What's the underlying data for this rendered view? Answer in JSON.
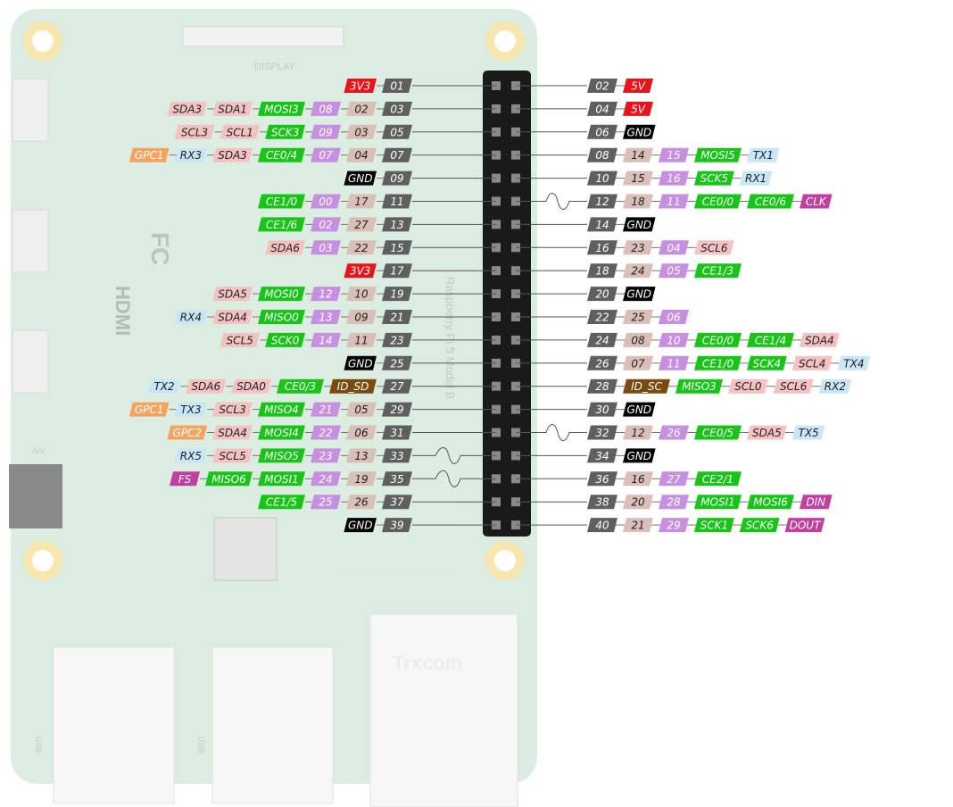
{
  "board": {
    "display_label": "DISPLAY",
    "hdmi_label": "HDMI",
    "model_label": "Raspberry Pi 5 Model B",
    "av_label": "A/V",
    "usb_label_left": "USB",
    "usb_label_right": "USB",
    "jack_label": "Trxcom",
    "fcc_label": "FC"
  },
  "colors": {
    "power3v3": "#e8141c",
    "power5v": "#e8141c",
    "ground": "#000000",
    "pin": "#5f5f5f",
    "gpio_bcm": "#d9bfb8",
    "wpi": "#c78fdf",
    "spi": "#18c418",
    "i2c": "#f4c2c2",
    "uart": "#c8e6f5",
    "gpclk": "#f4a460",
    "pcm": "#c040a0",
    "id": "#7a4a10",
    "board_bg": "#d8eadf"
  },
  "left_pins": [
    {
      "row": 1,
      "labels": [
        {
          "text": "3V3",
          "cls": "power3v3"
        },
        {
          "text": "01",
          "cls": "pin"
        }
      ]
    },
    {
      "row": 2,
      "labels": [
        {
          "text": "SDA3",
          "cls": "i2c"
        },
        {
          "text": "SDA1",
          "cls": "i2c"
        },
        {
          "text": "MOSI3",
          "cls": "spi"
        },
        {
          "text": "08",
          "cls": "wpi"
        },
        {
          "text": "02",
          "cls": "gpio_bcm"
        },
        {
          "text": "03",
          "cls": "pin"
        }
      ]
    },
    {
      "row": 3,
      "labels": [
        {
          "text": "SCL3",
          "cls": "i2c"
        },
        {
          "text": "SCL1",
          "cls": "i2c"
        },
        {
          "text": "SCK3",
          "cls": "spi"
        },
        {
          "text": "09",
          "cls": "wpi"
        },
        {
          "text": "03",
          "cls": "gpio_bcm"
        },
        {
          "text": "05",
          "cls": "pin"
        }
      ]
    },
    {
      "row": 4,
      "labels": [
        {
          "text": "GPC1",
          "cls": "gpclk"
        },
        {
          "text": "RX3",
          "cls": "uart"
        },
        {
          "text": "SDA3",
          "cls": "i2c"
        },
        {
          "text": "CE0/4",
          "cls": "spi"
        },
        {
          "text": "07",
          "cls": "wpi"
        },
        {
          "text": "04",
          "cls": "gpio_bcm"
        },
        {
          "text": "07",
          "cls": "pin"
        }
      ]
    },
    {
      "row": 5,
      "labels": [
        {
          "text": "GND",
          "cls": "ground"
        },
        {
          "text": "09",
          "cls": "pin"
        }
      ]
    },
    {
      "row": 6,
      "labels": [
        {
          "text": "CE1/0",
          "cls": "spi"
        },
        {
          "text": "00",
          "cls": "wpi"
        },
        {
          "text": "17",
          "cls": "gpio_bcm"
        },
        {
          "text": "11",
          "cls": "pin"
        }
      ]
    },
    {
      "row": 7,
      "labels": [
        {
          "text": "CE1/6",
          "cls": "spi"
        },
        {
          "text": "02",
          "cls": "wpi"
        },
        {
          "text": "27",
          "cls": "gpio_bcm"
        },
        {
          "text": "13",
          "cls": "pin"
        }
      ]
    },
    {
      "row": 8,
      "labels": [
        {
          "text": "SDA6",
          "cls": "i2c"
        },
        {
          "text": "03",
          "cls": "wpi"
        },
        {
          "text": "22",
          "cls": "gpio_bcm"
        },
        {
          "text": "15",
          "cls": "pin"
        }
      ]
    },
    {
      "row": 9,
      "labels": [
        {
          "text": "3V3",
          "cls": "power3v3"
        },
        {
          "text": "17",
          "cls": "pin"
        }
      ]
    },
    {
      "row": 10,
      "labels": [
        {
          "text": "SDA5",
          "cls": "i2c"
        },
        {
          "text": "MOSI0",
          "cls": "spi"
        },
        {
          "text": "12",
          "cls": "wpi"
        },
        {
          "text": "10",
          "cls": "gpio_bcm"
        },
        {
          "text": "19",
          "cls": "pin"
        }
      ]
    },
    {
      "row": 11,
      "labels": [
        {
          "text": "RX4",
          "cls": "uart"
        },
        {
          "text": "SDA4",
          "cls": "i2c"
        },
        {
          "text": "MISO0",
          "cls": "spi"
        },
        {
          "text": "13",
          "cls": "wpi"
        },
        {
          "text": "09",
          "cls": "gpio_bcm"
        },
        {
          "text": "21",
          "cls": "pin"
        }
      ]
    },
    {
      "row": 12,
      "labels": [
        {
          "text": "SCL5",
          "cls": "i2c"
        },
        {
          "text": "SCK0",
          "cls": "spi"
        },
        {
          "text": "14",
          "cls": "wpi"
        },
        {
          "text": "11",
          "cls": "gpio_bcm"
        },
        {
          "text": "23",
          "cls": "pin"
        }
      ]
    },
    {
      "row": 13,
      "labels": [
        {
          "text": "GND",
          "cls": "ground"
        },
        {
          "text": "25",
          "cls": "pin"
        }
      ]
    },
    {
      "row": 14,
      "labels": [
        {
          "text": "TX2",
          "cls": "uart"
        },
        {
          "text": "SDA6",
          "cls": "i2c"
        },
        {
          "text": "SDA0",
          "cls": "i2c"
        },
        {
          "text": "CE0/3",
          "cls": "spi"
        },
        {
          "text": "ID_SD",
          "cls": "id"
        },
        {
          "text": "27",
          "cls": "pin"
        }
      ]
    },
    {
      "row": 15,
      "labels": [
        {
          "text": "GPC1",
          "cls": "gpclk"
        },
        {
          "text": "TX3",
          "cls": "uart"
        },
        {
          "text": "SCL3",
          "cls": "i2c"
        },
        {
          "text": "MISO4",
          "cls": "spi"
        },
        {
          "text": "21",
          "cls": "wpi"
        },
        {
          "text": "05",
          "cls": "gpio_bcm"
        },
        {
          "text": "29",
          "cls": "pin"
        }
      ]
    },
    {
      "row": 16,
      "labels": [
        {
          "text": "GPC2",
          "cls": "gpclk"
        },
        {
          "text": "SDA4",
          "cls": "i2c"
        },
        {
          "text": "MOSI4",
          "cls": "spi"
        },
        {
          "text": "22",
          "cls": "wpi"
        },
        {
          "text": "06",
          "cls": "gpio_bcm"
        },
        {
          "text": "31",
          "cls": "pin"
        }
      ]
    },
    {
      "row": 17,
      "labels": [
        {
          "text": "RX5",
          "cls": "uart"
        },
        {
          "text": "SCL5",
          "cls": "i2c"
        },
        {
          "text": "MISO5",
          "cls": "spi"
        },
        {
          "text": "23",
          "cls": "wpi"
        },
        {
          "text": "13",
          "cls": "gpio_bcm"
        },
        {
          "text": "33",
          "cls": "pin"
        }
      ]
    },
    {
      "row": 18,
      "labels": [
        {
          "text": "FS",
          "cls": "pcm"
        },
        {
          "text": "MISO6",
          "cls": "spi"
        },
        {
          "text": "MOSI1",
          "cls": "spi"
        },
        {
          "text": "24",
          "cls": "wpi"
        },
        {
          "text": "19",
          "cls": "gpio_bcm"
        },
        {
          "text": "35",
          "cls": "pin"
        }
      ]
    },
    {
      "row": 19,
      "labels": [
        {
          "text": "CE1/5",
          "cls": "spi"
        },
        {
          "text": "25",
          "cls": "wpi"
        },
        {
          "text": "26",
          "cls": "gpio_bcm"
        },
        {
          "text": "37",
          "cls": "pin"
        }
      ]
    },
    {
      "row": 20,
      "labels": [
        {
          "text": "GND",
          "cls": "ground"
        },
        {
          "text": "39",
          "cls": "pin"
        }
      ]
    }
  ],
  "right_pins": [
    {
      "row": 1,
      "labels": [
        {
          "text": "02",
          "cls": "pin"
        },
        {
          "text": "5V",
          "cls": "power5v"
        }
      ]
    },
    {
      "row": 2,
      "labels": [
        {
          "text": "04",
          "cls": "pin"
        },
        {
          "text": "5V",
          "cls": "power5v"
        }
      ]
    },
    {
      "row": 3,
      "labels": [
        {
          "text": "06",
          "cls": "pin"
        },
        {
          "text": "GND",
          "cls": "ground"
        }
      ]
    },
    {
      "row": 4,
      "labels": [
        {
          "text": "08",
          "cls": "pin"
        },
        {
          "text": "14",
          "cls": "gpio_bcm"
        },
        {
          "text": "15",
          "cls": "wpi"
        },
        {
          "text": "MOSI5",
          "cls": "spi"
        },
        {
          "text": "TX1",
          "cls": "uart"
        }
      ]
    },
    {
      "row": 5,
      "labels": [
        {
          "text": "10",
          "cls": "pin"
        },
        {
          "text": "15",
          "cls": "gpio_bcm"
        },
        {
          "text": "16",
          "cls": "wpi"
        },
        {
          "text": "SCK5",
          "cls": "spi"
        },
        {
          "text": "RX1",
          "cls": "uart"
        }
      ]
    },
    {
      "row": 6,
      "labels": [
        {
          "text": "12",
          "cls": "pin"
        },
        {
          "text": "18",
          "cls": "gpio_bcm"
        },
        {
          "text": "11",
          "cls": "wpi"
        },
        {
          "text": "CE0/0",
          "cls": "spi"
        },
        {
          "text": "CE0/6",
          "cls": "spi"
        },
        {
          "text": "CLK",
          "cls": "pcm"
        }
      ]
    },
    {
      "row": 7,
      "labels": [
        {
          "text": "14",
          "cls": "pin"
        },
        {
          "text": "GND",
          "cls": "ground"
        }
      ]
    },
    {
      "row": 8,
      "labels": [
        {
          "text": "16",
          "cls": "pin"
        },
        {
          "text": "23",
          "cls": "gpio_bcm"
        },
        {
          "text": "04",
          "cls": "wpi"
        },
        {
          "text": "SCL6",
          "cls": "i2c"
        }
      ]
    },
    {
      "row": 9,
      "labels": [
        {
          "text": "18",
          "cls": "pin"
        },
        {
          "text": "24",
          "cls": "gpio_bcm"
        },
        {
          "text": "05",
          "cls": "wpi"
        },
        {
          "text": "CE1/3",
          "cls": "spi"
        }
      ]
    },
    {
      "row": 10,
      "labels": [
        {
          "text": "20",
          "cls": "pin"
        },
        {
          "text": "GND",
          "cls": "ground"
        }
      ]
    },
    {
      "row": 11,
      "labels": [
        {
          "text": "22",
          "cls": "pin"
        },
        {
          "text": "25",
          "cls": "gpio_bcm"
        },
        {
          "text": "06",
          "cls": "wpi"
        }
      ]
    },
    {
      "row": 12,
      "labels": [
        {
          "text": "24",
          "cls": "pin"
        },
        {
          "text": "08",
          "cls": "gpio_bcm"
        },
        {
          "text": "10",
          "cls": "wpi"
        },
        {
          "text": "CE0/0",
          "cls": "spi"
        },
        {
          "text": "CE1/4",
          "cls": "spi"
        },
        {
          "text": "SDA4",
          "cls": "i2c"
        }
      ]
    },
    {
      "row": 13,
      "labels": [
        {
          "text": "26",
          "cls": "pin"
        },
        {
          "text": "07",
          "cls": "gpio_bcm"
        },
        {
          "text": "11",
          "cls": "wpi"
        },
        {
          "text": "CE1/0",
          "cls": "spi"
        },
        {
          "text": "SCK4",
          "cls": "spi"
        },
        {
          "text": "SCL4",
          "cls": "i2c"
        },
        {
          "text": "TX4",
          "cls": "uart"
        }
      ]
    },
    {
      "row": 14,
      "labels": [
        {
          "text": "28",
          "cls": "pin"
        },
        {
          "text": "ID_SC",
          "cls": "id"
        },
        {
          "text": "MISO3",
          "cls": "spi"
        },
        {
          "text": "SCL0",
          "cls": "i2c"
        },
        {
          "text": "SCL6",
          "cls": "i2c"
        },
        {
          "text": "RX2",
          "cls": "uart"
        }
      ]
    },
    {
      "row": 15,
      "labels": [
        {
          "text": "30",
          "cls": "pin"
        },
        {
          "text": "GND",
          "cls": "ground"
        }
      ]
    },
    {
      "row": 16,
      "labels": [
        {
          "text": "32",
          "cls": "pin"
        },
        {
          "text": "12",
          "cls": "gpio_bcm"
        },
        {
          "text": "26",
          "cls": "wpi"
        },
        {
          "text": "CE0/5",
          "cls": "spi"
        },
        {
          "text": "SDA5",
          "cls": "i2c"
        },
        {
          "text": "TX5",
          "cls": "uart"
        }
      ]
    },
    {
      "row": 17,
      "labels": [
        {
          "text": "34",
          "cls": "pin"
        },
        {
          "text": "GND",
          "cls": "ground"
        }
      ]
    },
    {
      "row": 18,
      "labels": [
        {
          "text": "36",
          "cls": "pin"
        },
        {
          "text": "16",
          "cls": "gpio_bcm"
        },
        {
          "text": "27",
          "cls": "wpi"
        },
        {
          "text": "CE2/1",
          "cls": "spi"
        }
      ]
    },
    {
      "row": 19,
      "labels": [
        {
          "text": "38",
          "cls": "pin"
        },
        {
          "text": "20",
          "cls": "gpio_bcm"
        },
        {
          "text": "28",
          "cls": "wpi"
        },
        {
          "text": "MOSI1",
          "cls": "spi"
        },
        {
          "text": "MOSI6",
          "cls": "spi"
        },
        {
          "text": "DIN",
          "cls": "pcm"
        }
      ]
    },
    {
      "row": 20,
      "labels": [
        {
          "text": "40",
          "cls": "pin"
        },
        {
          "text": "21",
          "cls": "gpio_bcm"
        },
        {
          "text": "29",
          "cls": "wpi"
        },
        {
          "text": "SCK1",
          "cls": "spi"
        },
        {
          "text": "SCK6",
          "cls": "spi"
        },
        {
          "text": "DOUT",
          "cls": "pcm"
        }
      ]
    }
  ],
  "wavy_rows": {
    "left": [
      17,
      18
    ],
    "right": [
      6,
      16
    ]
  }
}
